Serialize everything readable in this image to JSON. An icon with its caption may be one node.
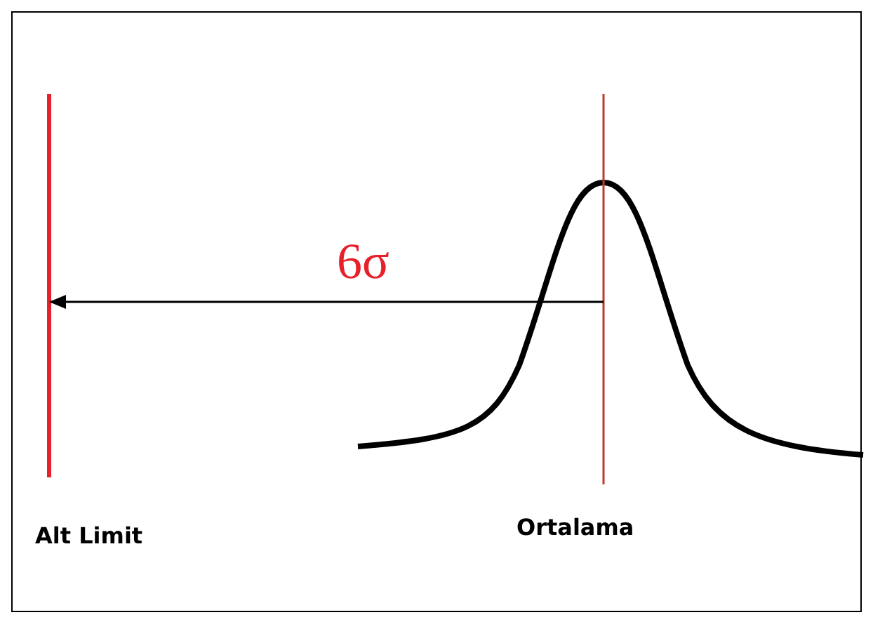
{
  "diagram": {
    "labels": [
      "6σ",
      "Alt Limit",
      "Ortalama"
    ]
  }
}
